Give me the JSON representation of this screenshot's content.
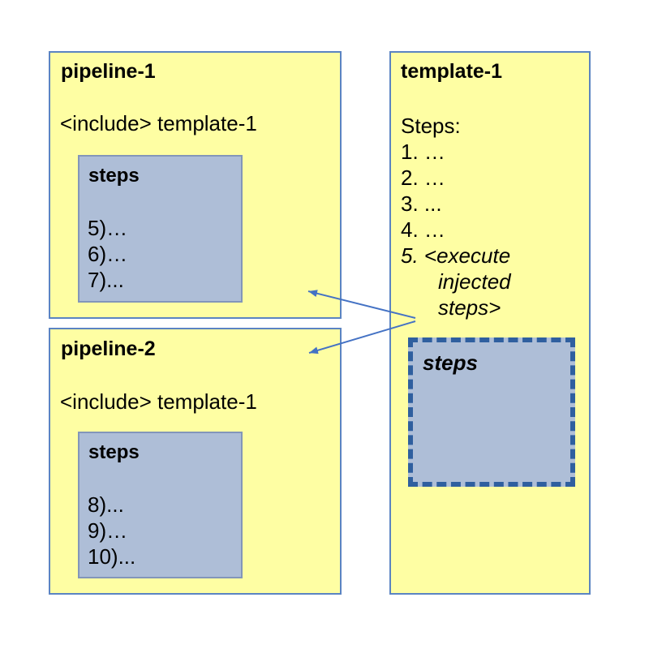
{
  "pipeline1": {
    "title": "pipeline-1",
    "include": "<include> template-1",
    "steps_box": {
      "label": "steps",
      "items": [
        "5)…",
        "6)…",
        "7)..."
      ]
    }
  },
  "pipeline2": {
    "title": "pipeline-2",
    "include": "<include> template-1",
    "steps_box": {
      "label": "steps",
      "items": [
        "8)...",
        "9)…",
        "10)..."
      ]
    }
  },
  "template1": {
    "title": "template-1",
    "lines": [
      "Steps:",
      "1. …",
      "2. …",
      "3. ...",
      "4. …",
      "5. <execute",
      "injected",
      "steps>"
    ],
    "injected_steps_box": {
      "label": "steps"
    }
  },
  "colors": {
    "box_fill": "#FEFEA3",
    "box_border": "#5B84C2",
    "inner_fill": "#AEBED7",
    "inner_border": "#8396B9",
    "dashed_border": "#2F5F9F",
    "arrow": "#4472C4",
    "text": "#000000"
  }
}
